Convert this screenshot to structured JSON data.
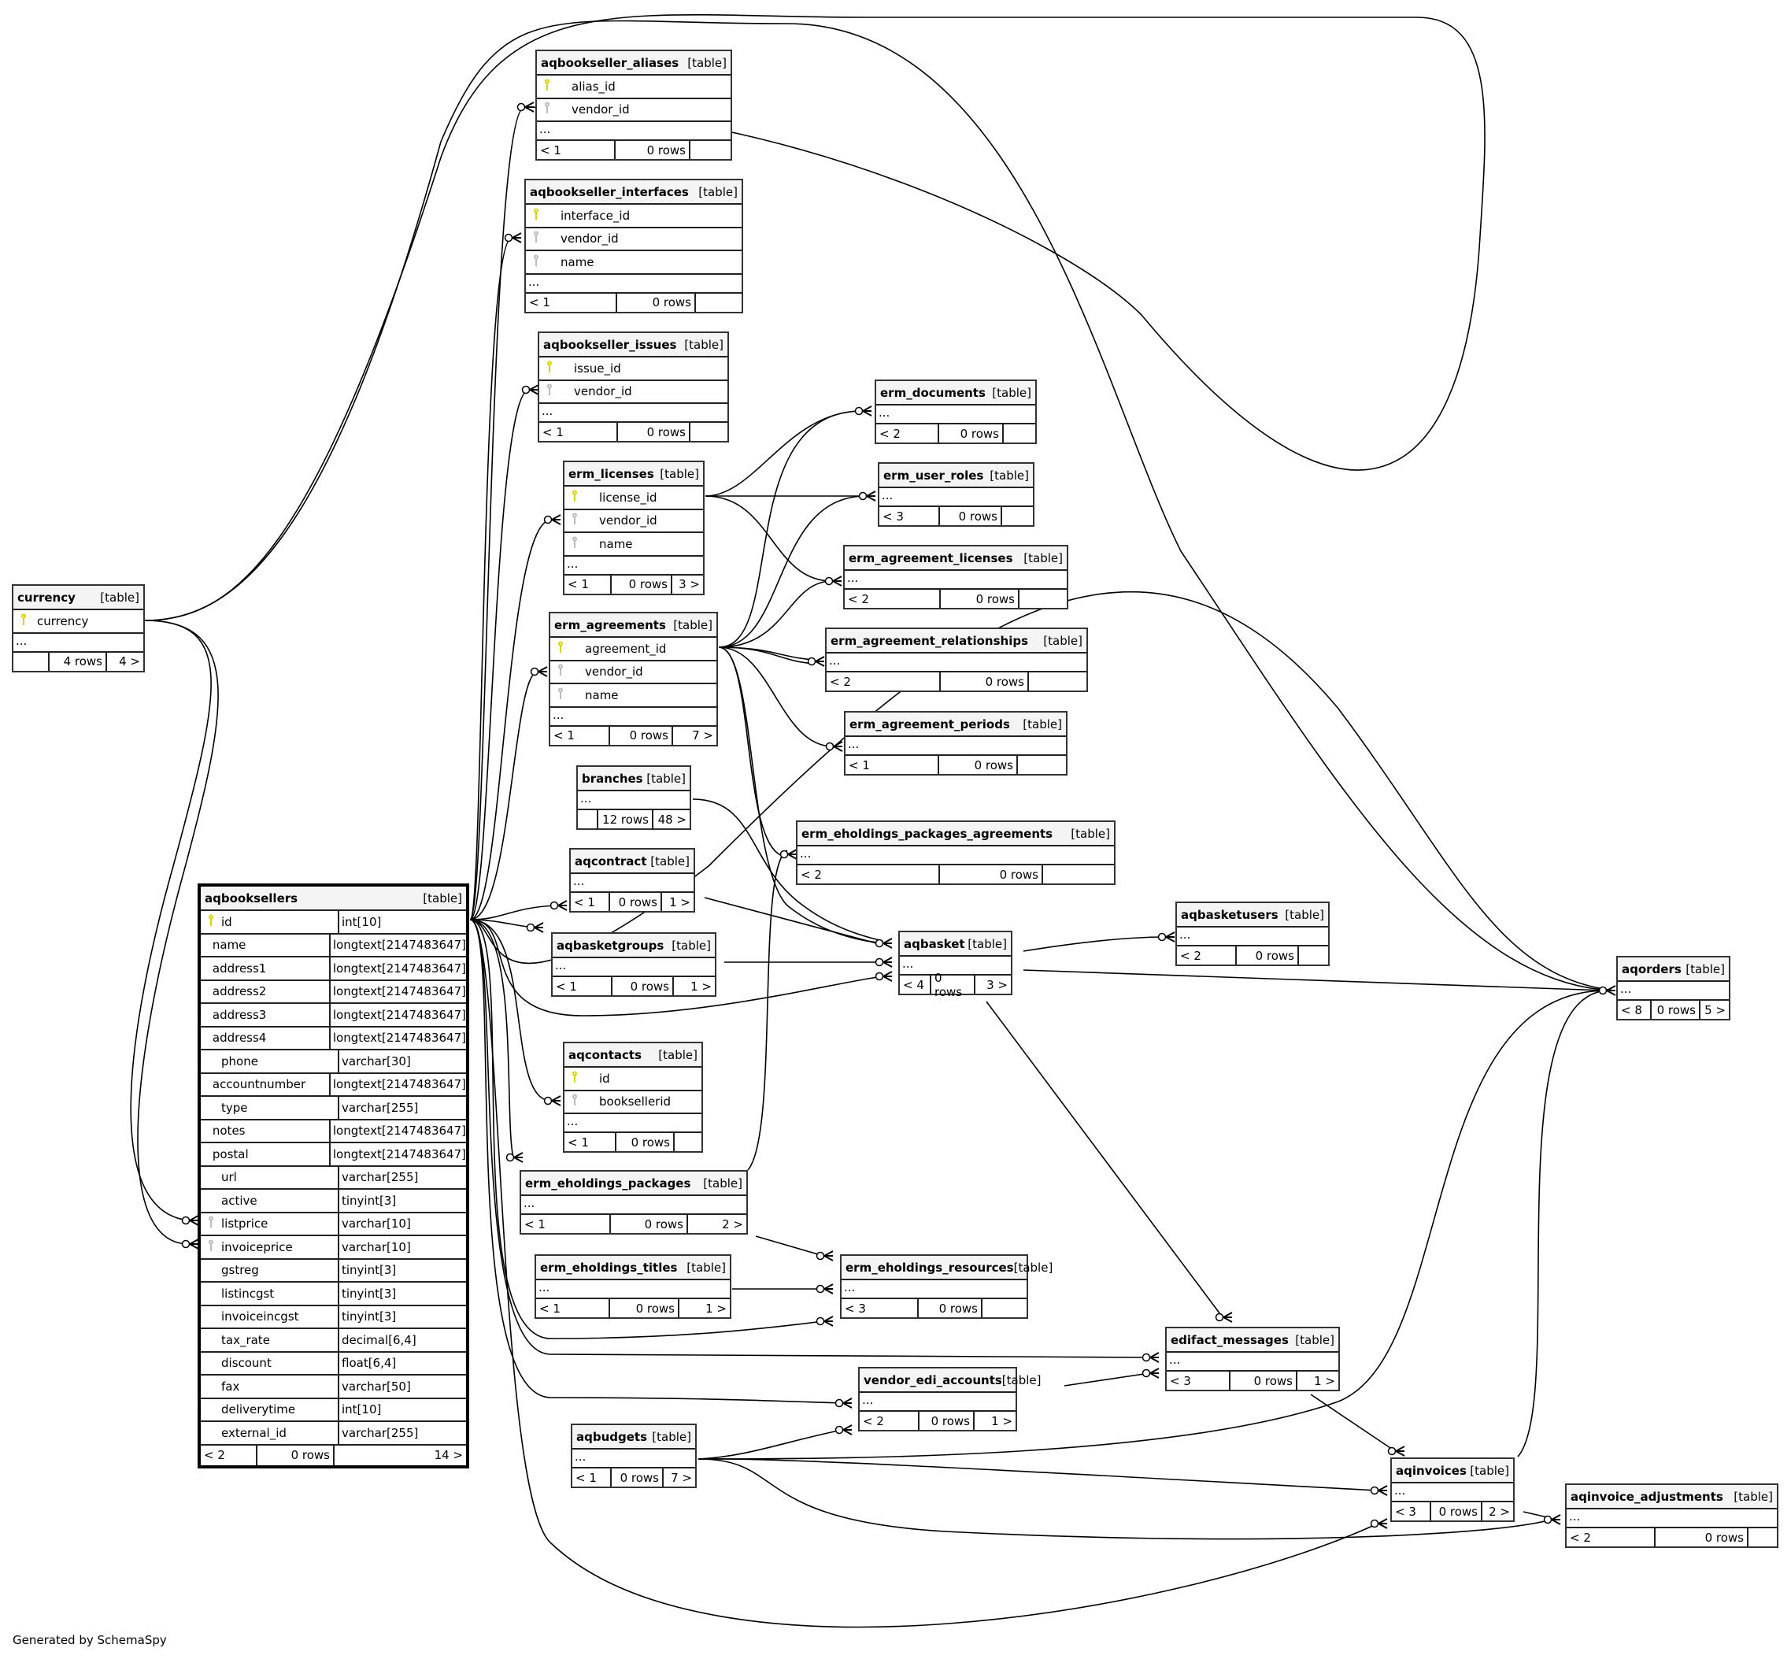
{
  "diagram": {
    "footer": "Generated by SchemaSpy",
    "table_tag": "[table]",
    "ellipsis": "...",
    "key_icons": {
      "primary": "primary-key-icon",
      "foreign": "foreign-key-icon"
    },
    "colors": {
      "primary_key": "#d9d400",
      "foreign_key": "#bbbbbb",
      "header_bg": "#f4f4f4",
      "edge": "#000000"
    }
  },
  "tables": {
    "currency": {
      "name": "currency",
      "columns": [
        {
          "name": "currency",
          "key": "pk"
        }
      ],
      "parents": "",
      "rows": "4 rows",
      "children": "4 >"
    },
    "aqbooksellers": {
      "name": "aqbooksellers",
      "columns": [
        {
          "name": "id",
          "type": "int[10]",
          "key": "pk"
        },
        {
          "name": "name",
          "type": "longtext[2147483647]",
          "key": ""
        },
        {
          "name": "address1",
          "type": "longtext[2147483647]",
          "key": ""
        },
        {
          "name": "address2",
          "type": "longtext[2147483647]",
          "key": ""
        },
        {
          "name": "address3",
          "type": "longtext[2147483647]",
          "key": ""
        },
        {
          "name": "address4",
          "type": "longtext[2147483647]",
          "key": ""
        },
        {
          "name": "phone",
          "type": "varchar[30]",
          "key": ""
        },
        {
          "name": "accountnumber",
          "type": "longtext[2147483647]",
          "key": ""
        },
        {
          "name": "type",
          "type": "varchar[255]",
          "key": ""
        },
        {
          "name": "notes",
          "type": "longtext[2147483647]",
          "key": ""
        },
        {
          "name": "postal",
          "type": "longtext[2147483647]",
          "key": ""
        },
        {
          "name": "url",
          "type": "varchar[255]",
          "key": ""
        },
        {
          "name": "active",
          "type": "tinyint[3]",
          "key": ""
        },
        {
          "name": "listprice",
          "type": "varchar[10]",
          "key": "fk"
        },
        {
          "name": "invoiceprice",
          "type": "varchar[10]",
          "key": "fk"
        },
        {
          "name": "gstreg",
          "type": "tinyint[3]",
          "key": ""
        },
        {
          "name": "listincgst",
          "type": "tinyint[3]",
          "key": ""
        },
        {
          "name": "invoiceincgst",
          "type": "tinyint[3]",
          "key": ""
        },
        {
          "name": "tax_rate",
          "type": "decimal[6,4]",
          "key": ""
        },
        {
          "name": "discount",
          "type": "float[6,4]",
          "key": ""
        },
        {
          "name": "fax",
          "type": "varchar[50]",
          "key": ""
        },
        {
          "name": "deliverytime",
          "type": "int[10]",
          "key": ""
        },
        {
          "name": "external_id",
          "type": "varchar[255]",
          "key": ""
        }
      ],
      "parents": "< 2",
      "rows": "0 rows",
      "children": "14 >"
    },
    "aqbookseller_aliases": {
      "name": "aqbookseller_aliases",
      "columns": [
        {
          "name": "alias_id",
          "key": "pk"
        },
        {
          "name": "vendor_id",
          "key": "fk"
        }
      ],
      "parents": "< 1",
      "rows": "0 rows",
      "children": ""
    },
    "aqbookseller_interfaces": {
      "name": "aqbookseller_interfaces",
      "columns": [
        {
          "name": "interface_id",
          "key": "pk"
        },
        {
          "name": "vendor_id",
          "key": "fk"
        },
        {
          "name": "name",
          "key": "fk"
        }
      ],
      "parents": "< 1",
      "rows": "0 rows",
      "children": ""
    },
    "aqbookseller_issues": {
      "name": "aqbookseller_issues",
      "columns": [
        {
          "name": "issue_id",
          "key": "pk"
        },
        {
          "name": "vendor_id",
          "key": "fk"
        }
      ],
      "parents": "< 1",
      "rows": "0 rows",
      "children": ""
    },
    "erm_licenses": {
      "name": "erm_licenses",
      "columns": [
        {
          "name": "license_id",
          "key": "pk"
        },
        {
          "name": "vendor_id",
          "key": "fk"
        },
        {
          "name": "name",
          "key": "fk"
        }
      ],
      "parents": "< 1",
      "rows": "0 rows",
      "children": "3 >"
    },
    "erm_agreements": {
      "name": "erm_agreements",
      "columns": [
        {
          "name": "agreement_id",
          "key": "pk"
        },
        {
          "name": "vendor_id",
          "key": "fk"
        },
        {
          "name": "name",
          "key": "fk"
        }
      ],
      "parents": "< 1",
      "rows": "0 rows",
      "children": "7 >"
    },
    "branches": {
      "name": "branches",
      "columns": [],
      "parents": "",
      "rows": "12 rows",
      "children": "48 >"
    },
    "aqcontract": {
      "name": "aqcontract",
      "columns": [],
      "parents": "< 1",
      "rows": "0 rows",
      "children": "1 >"
    },
    "aqbasketgroups": {
      "name": "aqbasketgroups",
      "columns": [],
      "parents": "< 1",
      "rows": "0 rows",
      "children": "1 >"
    },
    "aqcontacts": {
      "name": "aqcontacts",
      "columns": [
        {
          "name": "id",
          "key": "pk"
        },
        {
          "name": "booksellerid",
          "key": "fk"
        }
      ],
      "parents": "< 1",
      "rows": "0 rows",
      "children": ""
    },
    "erm_eholdings_packages": {
      "name": "erm_eholdings_packages",
      "columns": [],
      "parents": "< 1",
      "rows": "0 rows",
      "children": "2 >"
    },
    "erm_eholdings_titles": {
      "name": "erm_eholdings_titles",
      "columns": [],
      "parents": "< 1",
      "rows": "0 rows",
      "children": "1 >"
    },
    "aqbudgets": {
      "name": "aqbudgets",
      "columns": [],
      "parents": "< 1",
      "rows": "0 rows",
      "children": "7 >"
    },
    "erm_documents": {
      "name": "erm_documents",
      "columns": [],
      "parents": "< 2",
      "rows": "0 rows",
      "children": ""
    },
    "erm_user_roles": {
      "name": "erm_user_roles",
      "columns": [],
      "parents": "< 3",
      "rows": "0 rows",
      "children": ""
    },
    "erm_agreement_licenses": {
      "name": "erm_agreement_licenses",
      "columns": [],
      "parents": "< 2",
      "rows": "0 rows",
      "children": ""
    },
    "erm_agreement_relationships": {
      "name": "erm_agreement_relationships",
      "columns": [],
      "parents": "< 2",
      "rows": "0 rows",
      "children": ""
    },
    "erm_agreement_periods": {
      "name": "erm_agreement_periods",
      "columns": [],
      "parents": "< 1",
      "rows": "0 rows",
      "children": ""
    },
    "erm_eholdings_packages_agreements": {
      "name": "erm_eholdings_packages_agreements",
      "columns": [],
      "parents": "< 2",
      "rows": "0 rows",
      "children": ""
    },
    "aqbasket": {
      "name": "aqbasket",
      "columns": [],
      "parents": "< 4",
      "rows": "0 rows",
      "children": "3 >"
    },
    "aqbasketusers": {
      "name": "aqbasketusers",
      "columns": [],
      "parents": "< 2",
      "rows": "0 rows",
      "children": ""
    },
    "erm_eholdings_resources": {
      "name": "erm_eholdings_resources",
      "columns": [],
      "parents": "< 3",
      "rows": "0 rows",
      "children": ""
    },
    "edifact_messages": {
      "name": "edifact_messages",
      "columns": [],
      "parents": "< 3",
      "rows": "0 rows",
      "children": "1 >"
    },
    "vendor_edi_accounts": {
      "name": "vendor_edi_accounts",
      "columns": [],
      "parents": "< 2",
      "rows": "0 rows",
      "children": "1 >"
    },
    "aqorders": {
      "name": "aqorders",
      "columns": [],
      "parents": "< 8",
      "rows": "0 rows",
      "children": "5 >"
    },
    "aqinvoices": {
      "name": "aqinvoices",
      "columns": [],
      "parents": "< 3",
      "rows": "0 rows",
      "children": "2 >"
    },
    "aqinvoice_adjustments": {
      "name": "aqinvoice_adjustments",
      "columns": [],
      "parents": "< 2",
      "rows": "0 rows",
      "children": ""
    }
  }
}
